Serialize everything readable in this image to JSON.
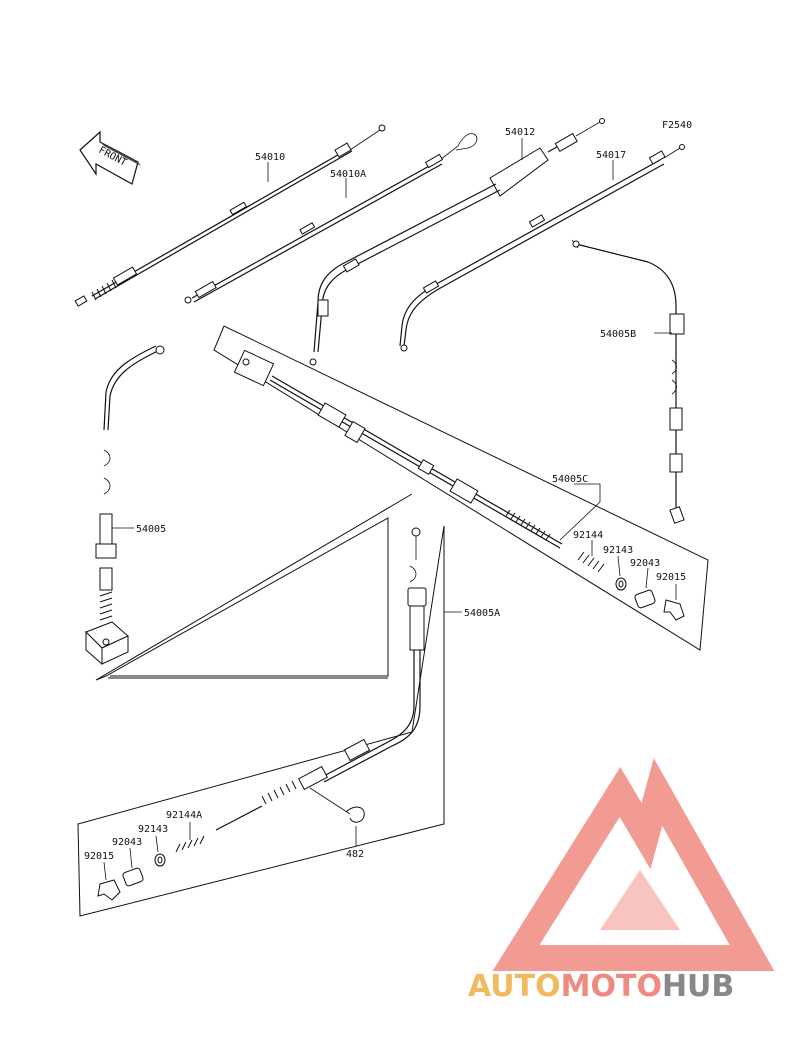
{
  "figure_code": "F2540",
  "front_label": "FRONT",
  "watermark": {
    "part1": "AUTO",
    "part2": "MOTO",
    "part3": "HUB",
    "color1": "#f2b95e",
    "color2": "#f08a80",
    "color3": "#888888",
    "logo_color": "#f08a80"
  },
  "labels": {
    "p54010": "54010",
    "p54010A": "54010A",
    "p54012": "54012",
    "p54017": "54017",
    "p54005B": "54005B",
    "p54005C": "54005C",
    "p54005": "54005",
    "p54005A": "54005A",
    "p92144_top": "92144",
    "p92143_top": "92143",
    "p92043_top": "92043",
    "p92015_top": "92015",
    "p92144A": "92144A",
    "p92143_bot": "92143",
    "p92043_bot": "92043",
    "p92015_bot": "92015",
    "p482": "482"
  }
}
